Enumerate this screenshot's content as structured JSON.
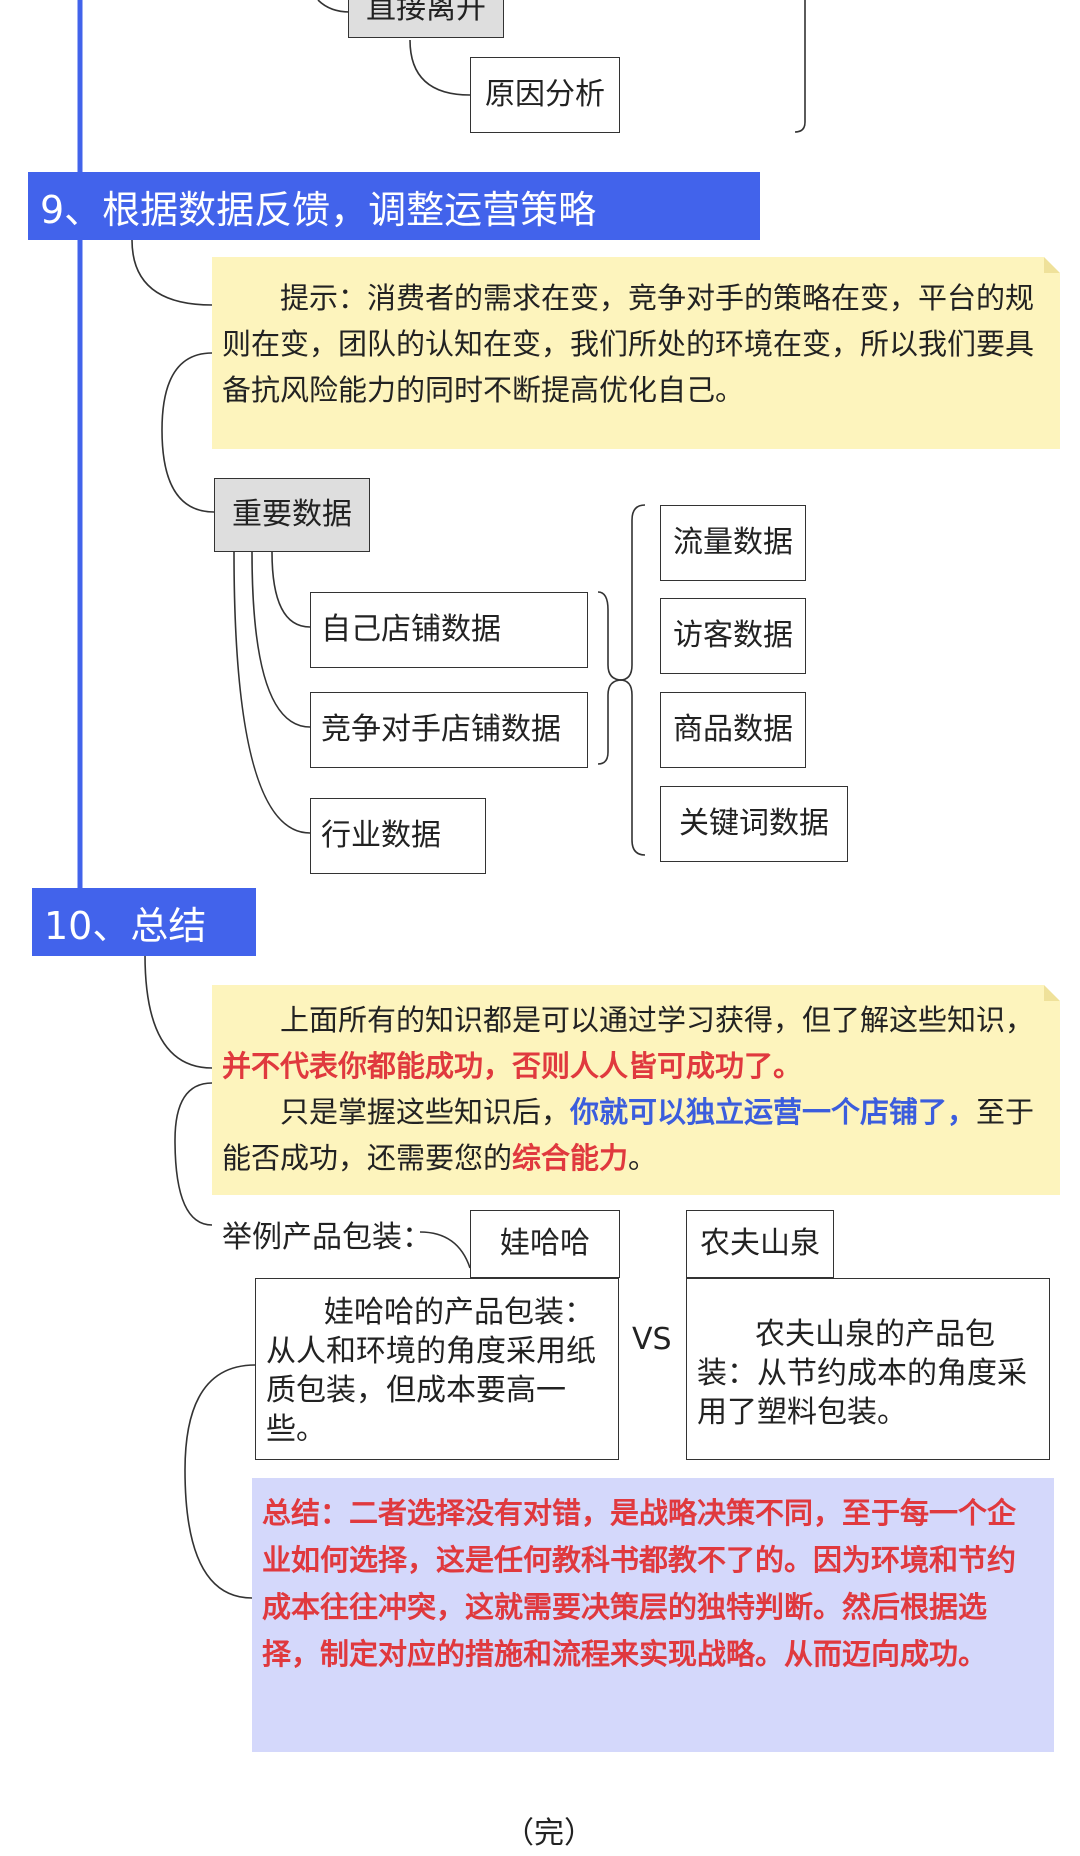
{
  "top_boxes": {
    "leave": "直接离开",
    "reason": "原因分析"
  },
  "section9": {
    "heading": "9、根据数据反馈，调整运营策略",
    "note": "提示：消费者的需求在变，竞争对手的策略在变，平台的规则在变，团队的认知在变，我们所处的环境在变，所以我们要具备抗风险能力的同时不断提高优化自己。",
    "important": "重要数据",
    "sources": [
      "自己店铺数据",
      "竞争对手店铺数据",
      "行业数据"
    ],
    "types": [
      "流量数据",
      "访客数据",
      "商品数据",
      "关键词数据"
    ]
  },
  "section10": {
    "heading": "10、总结",
    "note1_a": "上面所有的知识都是可以通过学习获得，但了解这些知识，",
    "note1_red": "并不代表你都能成功，否则人人皆可成功了。",
    "note2_a": "只是掌握这些知识后，",
    "note2_blue": "你就可以独立运营一个店铺了，",
    "note2_b": "至于能否成功，还需要您的",
    "note2_red": "综合能力",
    "note2_end": "。",
    "example_label": "举例产品包装：",
    "brand_a": "娃哈哈",
    "brand_b": "农夫山泉",
    "desc_a": "娃哈哈的产品包装：从人和环境的角度采用纸质包装，但成本要高一些。",
    "desc_b": "农夫山泉的产品包装：从节约成本的角度采用了塑料包装。",
    "vs": "VS",
    "summary": "总结：二者选择没有对错，是战略决策不同，至于每一个企业如何选择，这是任何教科书都教不了的。因为环境和节约成本往往冲突，这就需要决策层的独特判断。然后根据选择，制定对应的措施和流程来实现战略。从而迈向成功。"
  },
  "footer": "（完）",
  "colors": {
    "heading_bg": "#4263eb",
    "note_bg": "#fdf4bd",
    "summary_bg": "#d4d8fb",
    "red": "#e0393e",
    "blue": "#3b5ddd"
  }
}
